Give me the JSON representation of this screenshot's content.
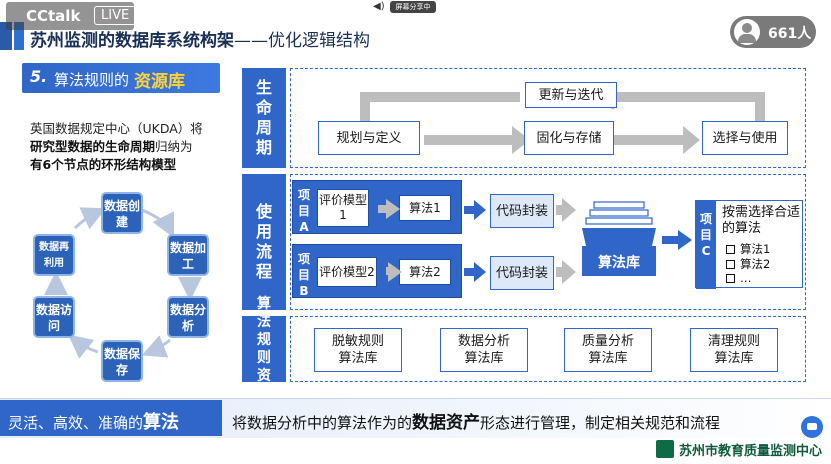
{
  "header": {
    "title_prefix": "苏州监测的",
    "title_main": "数据库系统构架",
    "title_sub": "——优化逻辑结构",
    "app_name": "CCtalk",
    "live_badge": "LIVE",
    "share_label": "屏幕分享中",
    "viewer_count": "661人"
  },
  "left": {
    "section_num": "5.",
    "section_text": "算法规则的",
    "section_highlight": "资源库",
    "desc_1": "英国数据规定中心（UKDA）将",
    "desc_2": "研究型数据的生命周期",
    "desc_3": "归纳为",
    "desc_4": "有6个节点的环形结构模型",
    "cycle": [
      "数据创建",
      "数据加工",
      "数据分析",
      "数据保存",
      "数据访问",
      "数据再利用"
    ]
  },
  "lifecycle": {
    "label": "生命周期",
    "update": "更新与迭代",
    "plan": "规划与定义",
    "solidify": "固化与存储",
    "select": "选择与使用"
  },
  "usage": {
    "label": "使用流程",
    "project_a": "项目A",
    "project_b": "项目B",
    "model_1": "评价模型1",
    "model_2": "评价模型2",
    "algo_1": "算法1",
    "algo_2": "算法2",
    "code_a": "代码封装",
    "code_b": "代码封装",
    "library": "算法库",
    "project_c": "项目C",
    "choose_title": "按需选择合适的算法",
    "choose_items": [
      "算法1",
      "算法2",
      "…"
    ]
  },
  "resources": {
    "label": "算法规则资源",
    "items": [
      "脱敏规则算法库",
      "数据分析算法库",
      "质量分析算法库",
      "清理规则算法库"
    ]
  },
  "bottom": {
    "left_text": "灵活、高效、准确的",
    "left_em": "算法",
    "right_1": "将数据分析中的算法作为的",
    "right_em": "数据资产",
    "right_2": "形态进行管理，制定相关规范和流程"
  },
  "footer": {
    "org": "苏州市教育质量监测中心"
  },
  "colors": {
    "primary": "#2f66c7",
    "highlight": "#ffd23a",
    "arrow_grey": "#b5b5b5"
  }
}
